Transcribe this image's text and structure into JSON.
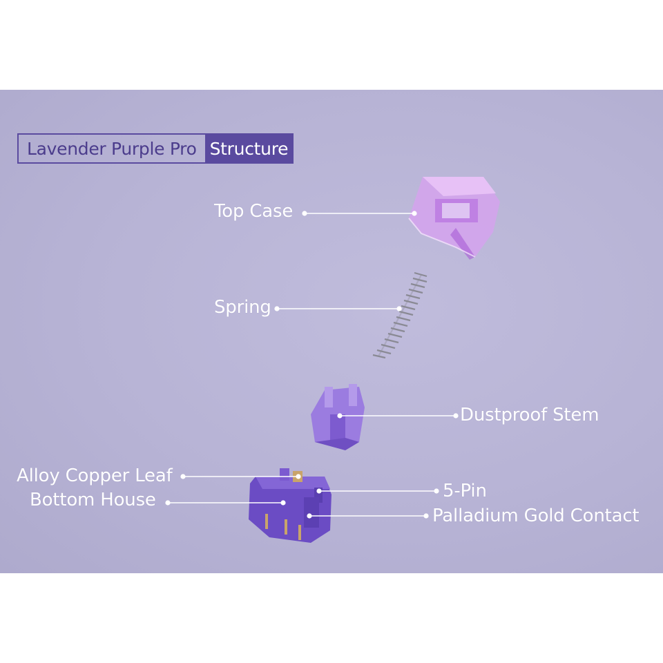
{
  "title": {
    "left": "Lavender Purple Pro",
    "right": "Structure"
  },
  "labels": {
    "top_case": "Top Case",
    "spring": "Spring",
    "dustproof_stem": "Dustproof Stem",
    "alloy_copper_leaf": "Alloy Copper Leaf",
    "bottom_house": "Bottom House",
    "five_pin": "5-Pin",
    "palladium_gold_contact": "Palladium Gold Contact"
  },
  "colors": {
    "background": "#b9b5d6",
    "accent": "#5a4a9f",
    "top_case": "#c77fe6",
    "stem": "#8f6fd9",
    "bottom_house": "#6a4fc0",
    "copper": "#c9a46a"
  }
}
